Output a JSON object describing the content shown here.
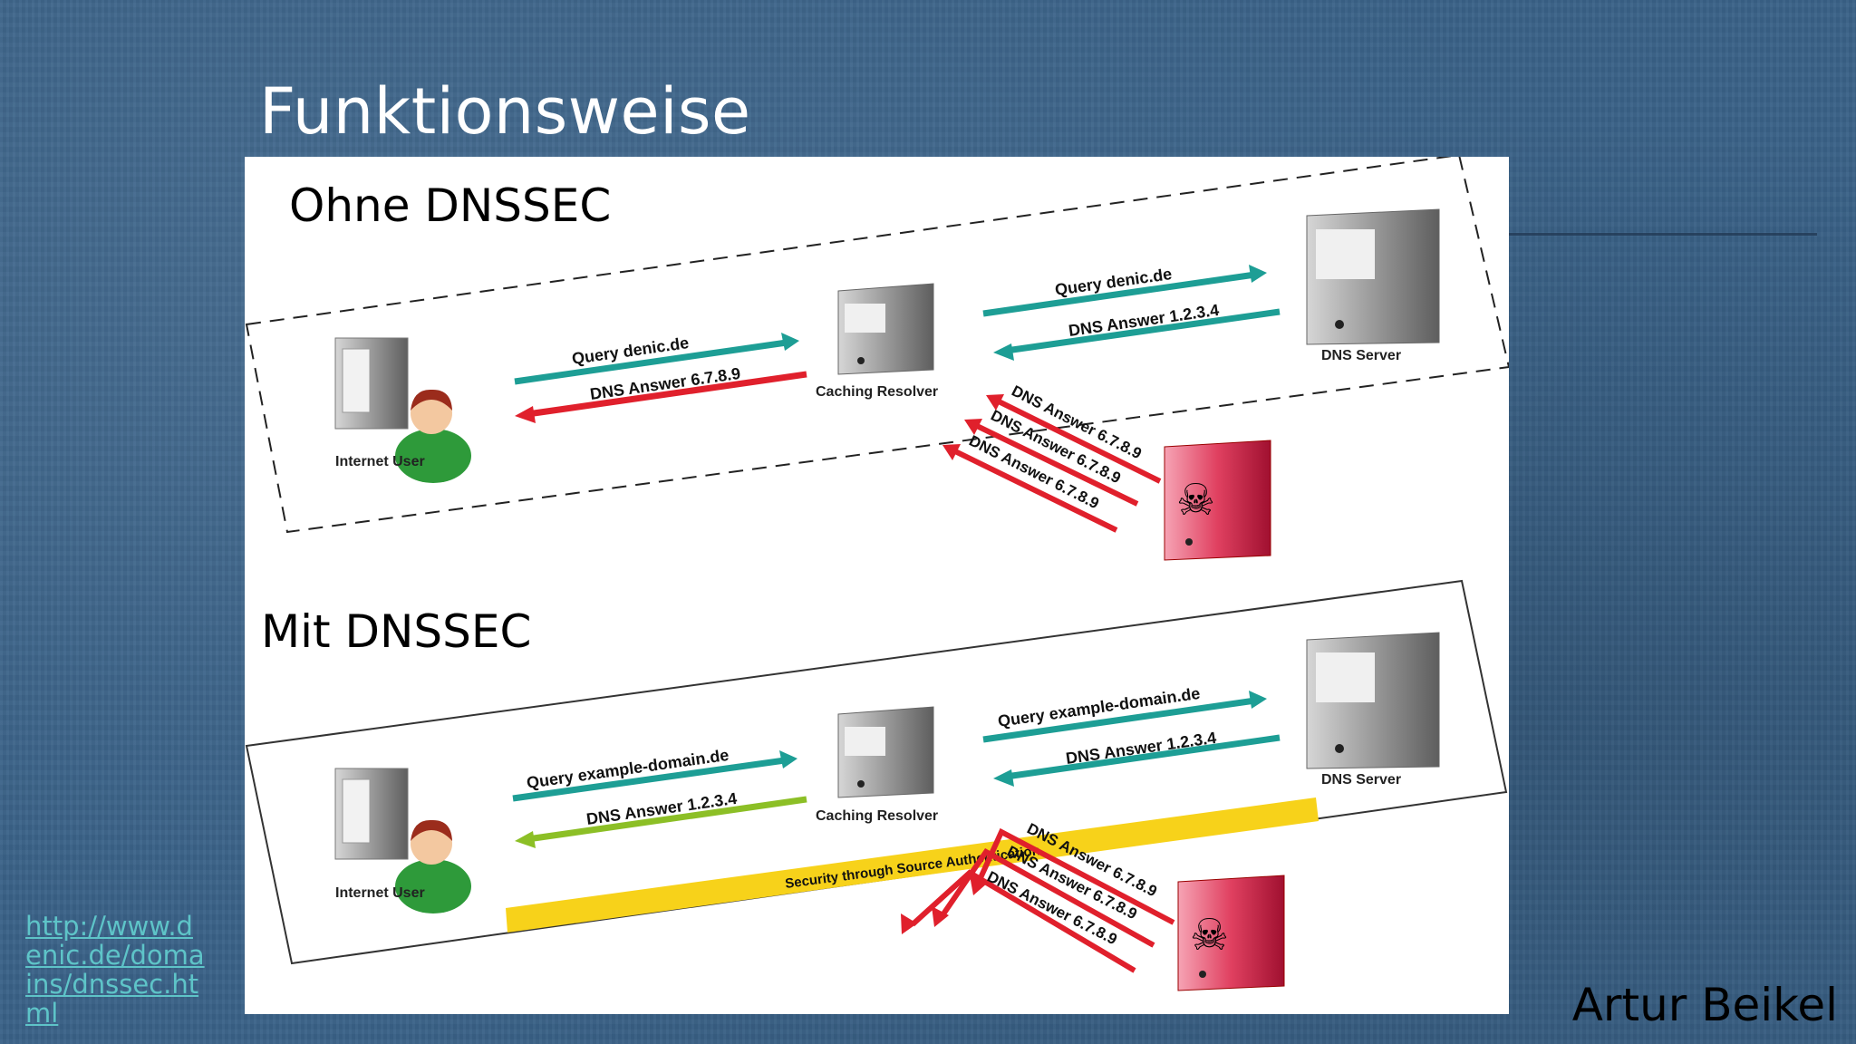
{
  "slide": {
    "title": "Funktionsweise",
    "author": "Artur Beikel",
    "source_link": "http://www.denic.de/domains/dnssec.html"
  },
  "top_section": {
    "title": "Ohne DNSSEC",
    "user_label": "Internet User",
    "resolver_label": "Caching Resolver",
    "server_label": "DNS Server",
    "query_left": "Query denic.de",
    "answer_left": "DNS Answer 6.7.8.9",
    "query_right": "Query denic.de",
    "answer_right": "DNS Answer 1.2.3.4",
    "attack_answers": [
      "DNS Answer 6.7.8.9",
      "DNS Answer 6.7.8.9",
      "DNS Answer 6.7.8.9"
    ]
  },
  "bottom_section": {
    "title": "Mit DNSSEC",
    "user_label": "Internet User",
    "resolver_label": "Caching Resolver",
    "server_label": "DNS Server",
    "query_left": "Query example-domain.de",
    "answer_left": "DNS Answer 1.2.3.4",
    "query_right": "Query example-domain.de",
    "answer_right": "DNS Answer 1.2.3.4",
    "security_band": "Security through Source Authentication",
    "attack_answers": [
      "DNS Answer 6.7.8.9",
      "DNS Answer 6.7.8.9",
      "DNS Answer 6.7.8.9"
    ]
  },
  "colors": {
    "teal": "#1d9e95",
    "red": "#e0202c",
    "green": "#8cbf26",
    "yellow": "#f7d21a"
  }
}
